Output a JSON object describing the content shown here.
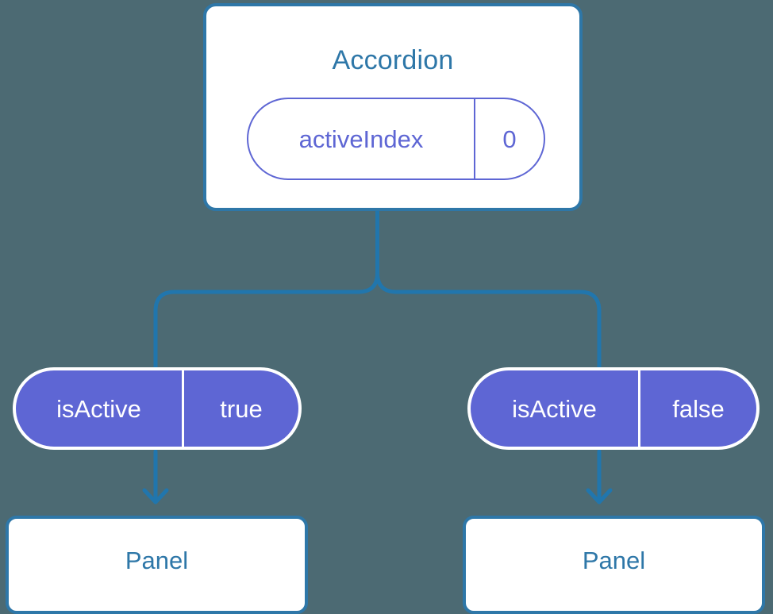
{
  "canvas": {
    "background_color": "#4c6a73",
    "accent_blue": "#2e77a8",
    "accent_purple": "#5e66d4",
    "node_fill": "#ffffff"
  },
  "tree": {
    "root": {
      "title": "Accordion",
      "prop": {
        "key": "activeIndex",
        "value": "0"
      }
    },
    "branches": [
      {
        "prop": {
          "key": "isActive",
          "value": "true"
        },
        "child": {
          "title": "Panel"
        }
      },
      {
        "prop": {
          "key": "isActive",
          "value": "false"
        },
        "child": {
          "title": "Panel"
        }
      }
    ]
  }
}
